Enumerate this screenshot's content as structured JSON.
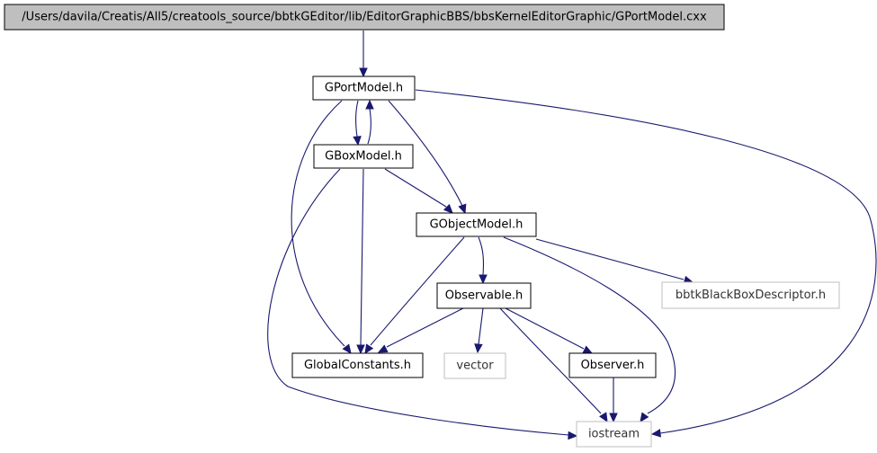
{
  "diagram": {
    "title": "",
    "colors": {
      "edge": "#191970",
      "root_fill": "#bfbfbf",
      "node_border": "#000000",
      "external_border": "#bfbfbf",
      "background": "#ffffff"
    },
    "nodes": [
      {
        "id": "root",
        "label": "/Users/davila/Creatis/All5/creatools_source/bbtkGEditor/lib/EditorGraphicBBS/bbsKernelEditorGraphic/GPortModel.cxx",
        "kind": "root"
      },
      {
        "id": "gportmodel_h",
        "label": "GPortModel.h",
        "kind": "documented"
      },
      {
        "id": "gboxmodel_h",
        "label": "GBoxModel.h",
        "kind": "documented"
      },
      {
        "id": "gobjectmodel_h",
        "label": "GObjectModel.h",
        "kind": "documented"
      },
      {
        "id": "bbtkblackboxdescriptor_h",
        "label": "bbtkBlackBoxDescriptor.h",
        "kind": "external"
      },
      {
        "id": "observable_h",
        "label": "Observable.h",
        "kind": "documented"
      },
      {
        "id": "globalconstants_h",
        "label": "GlobalConstants.h",
        "kind": "documented"
      },
      {
        "id": "vector",
        "label": "vector",
        "kind": "external"
      },
      {
        "id": "observer_h",
        "label": "Observer.h",
        "kind": "documented"
      },
      {
        "id": "iostream",
        "label": "iostream",
        "kind": "external"
      }
    ],
    "edges": [
      {
        "from": "root",
        "to": "gportmodel_h"
      },
      {
        "from": "gportmodel_h",
        "to": "gboxmodel_h"
      },
      {
        "from": "gboxmodel_h",
        "to": "gportmodel_h"
      },
      {
        "from": "gportmodel_h",
        "to": "gobjectmodel_h"
      },
      {
        "from": "gportmodel_h",
        "to": "globalconstants_h"
      },
      {
        "from": "gportmodel_h",
        "to": "iostream"
      },
      {
        "from": "gboxmodel_h",
        "to": "gobjectmodel_h"
      },
      {
        "from": "gboxmodel_h",
        "to": "globalconstants_h"
      },
      {
        "from": "gboxmodel_h",
        "to": "iostream"
      },
      {
        "from": "gobjectmodel_h",
        "to": "observable_h"
      },
      {
        "from": "gobjectmodel_h",
        "to": "globalconstants_h"
      },
      {
        "from": "gobjectmodel_h",
        "to": "bbtkblackboxdescriptor_h"
      },
      {
        "from": "gobjectmodel_h",
        "to": "iostream"
      },
      {
        "from": "observable_h",
        "to": "globalconstants_h"
      },
      {
        "from": "observable_h",
        "to": "vector"
      },
      {
        "from": "observable_h",
        "to": "observer_h"
      },
      {
        "from": "observable_h",
        "to": "iostream"
      },
      {
        "from": "observer_h",
        "to": "iostream"
      }
    ]
  }
}
